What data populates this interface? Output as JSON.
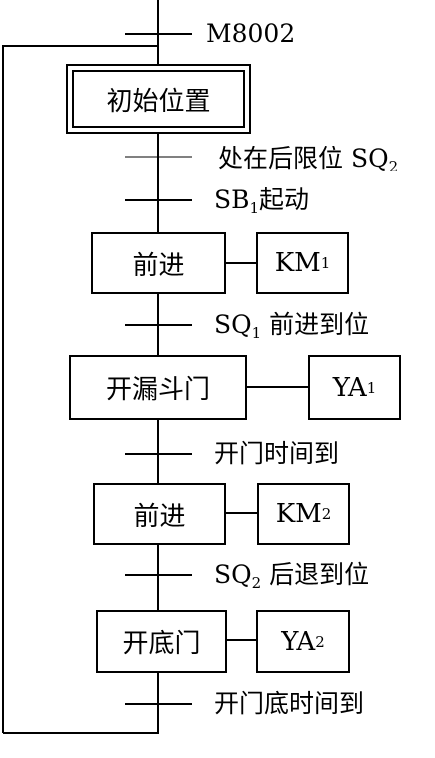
{
  "steps": {
    "initial": "初始位置",
    "s1": "前进",
    "s2": "开漏斗门",
    "s3": "前进",
    "s4": "开底门"
  },
  "actions": {
    "a1": {
      "text": "KM",
      "sub": "1"
    },
    "a2": {
      "text": "YA",
      "sub": "1"
    },
    "a3": {
      "text": "KM",
      "sub": "2"
    },
    "a4": {
      "text": "YA",
      "sub": "2"
    }
  },
  "transitions": {
    "t0": {
      "text": "M8002"
    },
    "t1": {
      "text": "处在后限位 SQ",
      "sub": "2"
    },
    "t2": {
      "pre": "SB",
      "sub": "1",
      "post": "起动"
    },
    "t3": {
      "pre": "SQ",
      "sub": "1",
      "post": " 前进到位"
    },
    "t4": {
      "text": "开门时间到"
    },
    "t5": {
      "pre": "SQ",
      "sub": "2",
      "post": " 后退到位"
    },
    "t6": {
      "text": "开门底时间到"
    }
  }
}
